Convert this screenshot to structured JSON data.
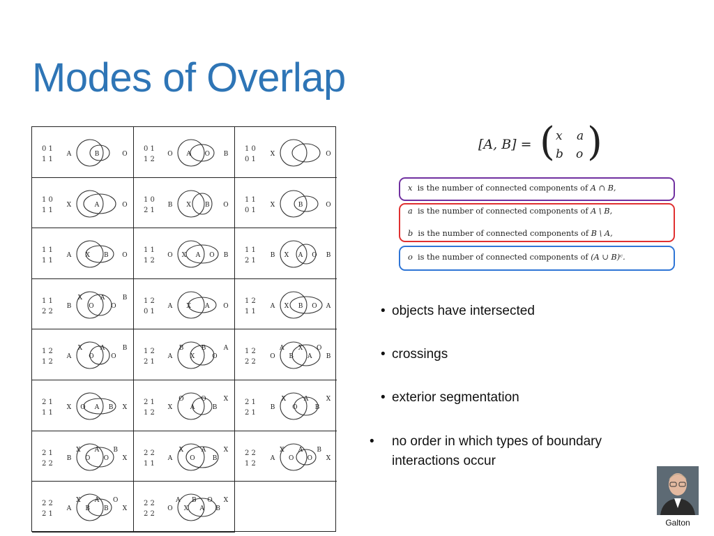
{
  "title": "Modes of Overlap",
  "grid": [
    {
      "m": "0 1\n1 1",
      "labels": [
        "A",
        "B",
        "O"
      ]
    },
    {
      "m": "0 1\n1 2",
      "labels": [
        "O",
        "A",
        "O",
        "B"
      ]
    },
    {
      "m": "1 0\n0 1",
      "labels": [
        "X",
        "O"
      ]
    },
    {
      "m": "1 0\n1 1",
      "labels": [
        "X",
        "A",
        "O"
      ]
    },
    {
      "m": "1 0\n2 1",
      "labels": [
        "B",
        "X",
        "B",
        "O"
      ]
    },
    {
      "m": "1 1\n0 1",
      "labels": [
        "X",
        "B",
        "O"
      ]
    },
    {
      "m": "1 1\n1 1",
      "labels": [
        "A",
        "X",
        "B",
        "O"
      ]
    },
    {
      "m": "1 1\n1 2",
      "labels": [
        "O",
        "X",
        "A",
        "O",
        "B"
      ]
    },
    {
      "m": "1 1\n2 1",
      "labels": [
        "B",
        "X",
        "A",
        "O",
        "B"
      ]
    },
    {
      "m": "1 1\n2 2",
      "labels": [
        "B",
        "X",
        "O",
        "A",
        "O",
        "B"
      ]
    },
    {
      "m": "1 2\n0 1",
      "labels": [
        "A",
        "X",
        "A",
        "O"
      ]
    },
    {
      "m": "1 2\n1 1",
      "labels": [
        "A",
        "X",
        "B",
        "O",
        "A"
      ]
    },
    {
      "m": "1 2\n1 2",
      "labels": [
        "A",
        "X",
        "O",
        "A",
        "O",
        "B"
      ]
    },
    {
      "m": "1 2\n2 1",
      "labels": [
        "A",
        "B",
        "X",
        "B",
        "O",
        "A"
      ]
    },
    {
      "m": "1 2\n2 2",
      "labels": [
        "O",
        "A",
        "B",
        "X",
        "A",
        "O",
        "B"
      ]
    },
    {
      "m": "2 1\n1 1",
      "labels": [
        "X",
        "O",
        "A",
        "B",
        "X"
      ]
    },
    {
      "m": "2 1\n1 2",
      "labels": [
        "X",
        "O",
        "A",
        "O",
        "B",
        "X"
      ]
    },
    {
      "m": "2 1\n2 1",
      "labels": [
        "B",
        "X",
        "O",
        "A",
        "B",
        "X"
      ]
    },
    {
      "m": "2 1\n2 2",
      "labels": [
        "B",
        "X",
        "O",
        "A",
        "O",
        "B",
        "X"
      ]
    },
    {
      "m": "2 2\n1 1",
      "labels": [
        "A",
        "X",
        "O",
        "A",
        "B",
        "X"
      ]
    },
    {
      "m": "2 2\n1 2",
      "labels": [
        "A",
        "X",
        "O",
        "A",
        "O",
        "B",
        "X"
      ]
    },
    {
      "m": "2 2\n2 1",
      "labels": [
        "A",
        "X",
        "B",
        "A",
        "B",
        "O",
        "X"
      ]
    },
    {
      "m": "2 2\n2 2",
      "labels": [
        "O",
        "A",
        "X",
        "B",
        "A",
        "O",
        "B",
        "X"
      ]
    },
    {
      "m": "",
      "labels": []
    }
  ],
  "matrix": {
    "lhs": "[A, B] =",
    "x": "x",
    "a": "a",
    "b": "b",
    "o": "o"
  },
  "definitions": [
    {
      "var": "x",
      "text": "is the number of connected components of",
      "expr": "A ∩ B,",
      "color": "#7030a0"
    },
    {
      "var": "a",
      "text": "is the number of connected components of",
      "expr": "A \\ B,",
      "color": "#e03030"
    },
    {
      "var": "b",
      "text": "is the number of connected components of",
      "expr": "B \\ A,",
      "color": "#e03030"
    },
    {
      "var": "o",
      "text": "is the number of connected components of",
      "expr": "(A ∪ B)ᶜ.",
      "color": "#2e75d6"
    }
  ],
  "bullets": [
    "objects have intersected",
    "crossings",
    "exterior segmentation",
    "no order in which types of boundary interactions occur"
  ],
  "photo_caption": "Galton"
}
